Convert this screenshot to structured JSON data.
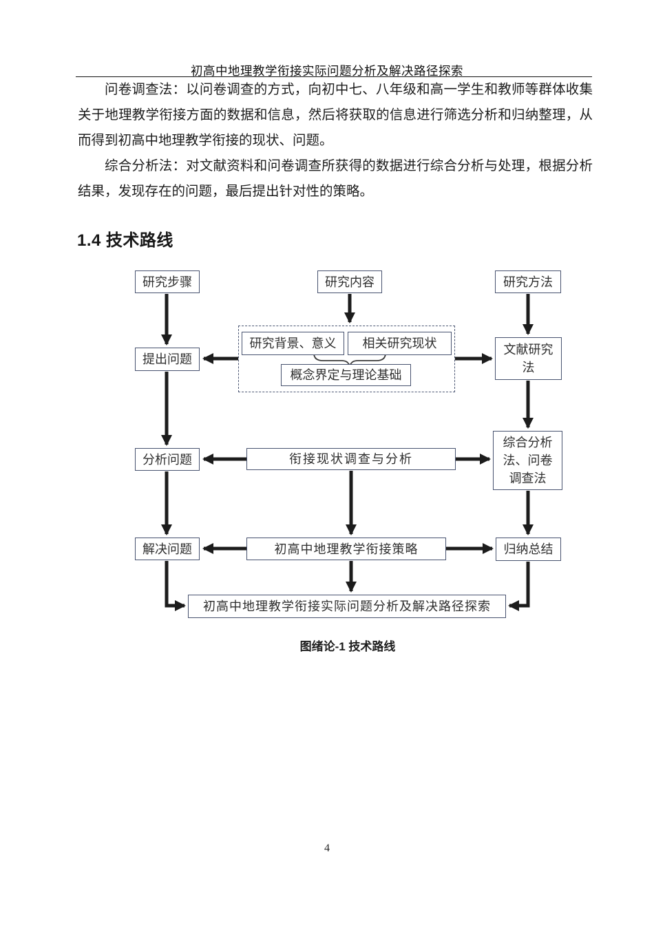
{
  "page": {
    "header_title": "初高中地理教学衔接实际问题分析及解决路径探索",
    "page_number": "4"
  },
  "paragraphs": [
    {
      "lead": "问卷调查法：",
      "text": "以问卷调查的方式，向初中七、八年级和高一学生和教师等群体收集关于地理教学衔接方面的数据和信息，然后将获取的信息进行筛选分析和归纳整理，从而得到初高中地理教学衔接的现状、问题。"
    },
    {
      "lead": "综合分析法：",
      "text": "对文献资料和问卷调查所获得的数据进行综合分析与处理，根据分析结果，发现存在的问题，最后提出针对性的策略。"
    }
  ],
  "section": {
    "number": "1.4",
    "title": "技术路线"
  },
  "flowchart": {
    "boxes": {
      "step_header": "研究步骤",
      "content_header": "研究内容",
      "method_header": "研究方法",
      "raise_problem": "提出问题",
      "background": "研究背景、意义",
      "status_quo": "相关研究现状",
      "concept": "概念界定与理论基础",
      "literature": "文献研究法",
      "analyze_problem": "分析问题",
      "survey": "衔接现状调查与分析",
      "comprehensive": "综合分析法、问卷调查法",
      "solve_problem": "解决问题",
      "strategy": "初高中地理教学衔接策略",
      "summary": "归纳总结",
      "final": "初高中地理教学衔接实际问题分析及解决路径探索"
    },
    "caption": "图绪论-1 技术路线",
    "colors": {
      "box_border": "#46516e",
      "arrow": "#1c1c1c"
    }
  }
}
